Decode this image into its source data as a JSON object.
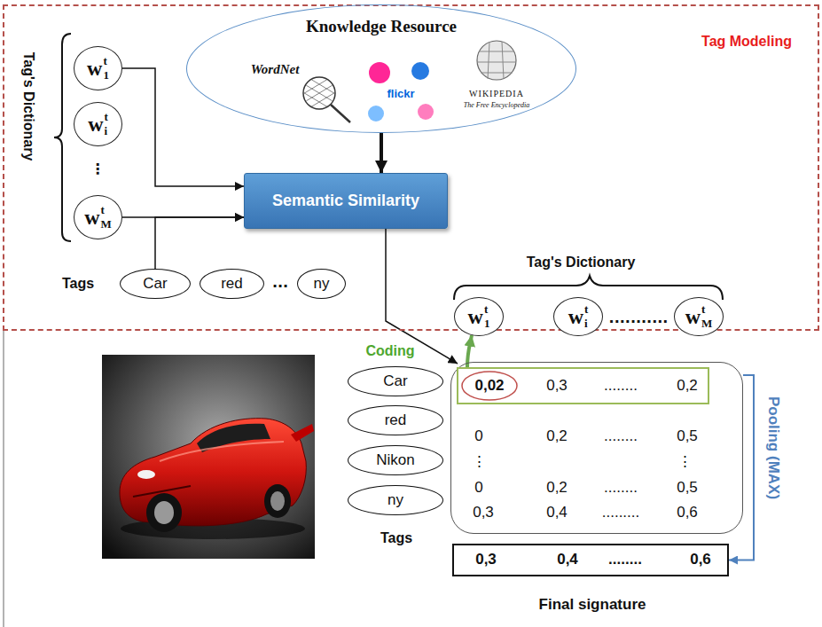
{
  "diagram": {
    "nodes": [
      {
        "text": [
          "Tag Modeling"
        ]
      },
      {
        "text": [
          "Knowledge Resource",
          "WordNet",
          "flickr",
          "WIKIPEDIA",
          "The Free Encyclopedia"
        ],
        "in": 0
      },
      {
        "text": [
          "w",
          "t",
          "1"
        ],
        "in": 0
      },
      {
        "text": [
          "w",
          "t",
          "i"
        ],
        "in": 0
      },
      {
        "text": [
          "w",
          "t",
          "M"
        ],
        "in": 0
      },
      {
        "text": [
          "Semantic Similarity"
        ],
        "in": 0
      },
      {
        "text": [
          "Car"
        ],
        "in": 0
      },
      {
        "text": [
          "red"
        ],
        "in": 0
      },
      {
        "text": [
          "ny"
        ],
        "in": 0
      },
      {
        "text": [
          "w",
          "t",
          "1"
        ],
        "in": 0
      },
      {
        "text": [
          "w",
          "t",
          "i"
        ],
        "in": 0
      },
      {
        "text": [
          "w",
          "t",
          "M"
        ],
        "in": 0
      },
      {
        "text": [
          "Car"
        ]
      },
      {
        "text": [
          "red"
        ]
      },
      {
        "text": [
          "Nikon"
        ]
      },
      {
        "text": [
          "ny"
        ]
      },
      {
        "text": [
          "0",
          "0,2",
          "........",
          "0,5",
          "⋮",
          "⋮",
          "0",
          "0,2",
          "........",
          "0,5",
          "0,3",
          "0,4",
          ".........",
          "0,6"
        ]
      },
      {
        "text": [
          "0,02",
          "0,3",
          "........",
          "0,2"
        ],
        "in": 16
      },
      {
        "text": [
          "0,3",
          "0,4",
          "........",
          "0,6",
          "Final signature"
        ]
      }
    ],
    "edges": [
      {
        "from": 2,
        "to": 5,
        "arrow": "to"
      },
      {
        "from": 4,
        "to": 5,
        "arrow": "to"
      },
      {
        "from": 6,
        "to": 5,
        "arrow": "to"
      },
      {
        "from": 1,
        "to": 5,
        "arrow": "to"
      },
      {
        "from": 5,
        "to": 16,
        "arrow": "to"
      },
      {
        "from": 17,
        "to": 9,
        "arrow": "to",
        "label": "Coding"
      },
      {
        "from": 16,
        "to": 18,
        "arrow": "to",
        "label": "Pooling (MAX)"
      }
    ],
    "labels": [
      "Tag's Dictionary",
      "⋮",
      "Tags",
      "...",
      "Tag's Dictionary",
      "...........",
      "Tags"
    ]
  }
}
